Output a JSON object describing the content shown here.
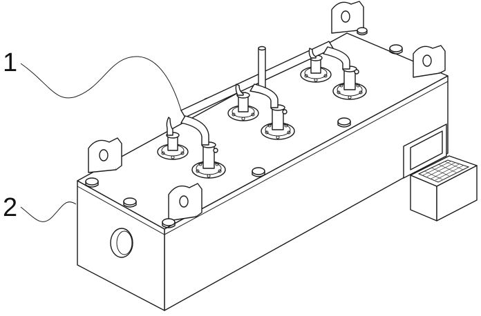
{
  "labels": [
    {
      "id": "label-1",
      "text": "1"
    },
    {
      "id": "label-2",
      "text": "2"
    }
  ],
  "colors": {
    "line": "#1a1a1a",
    "background": "#ffffff"
  }
}
